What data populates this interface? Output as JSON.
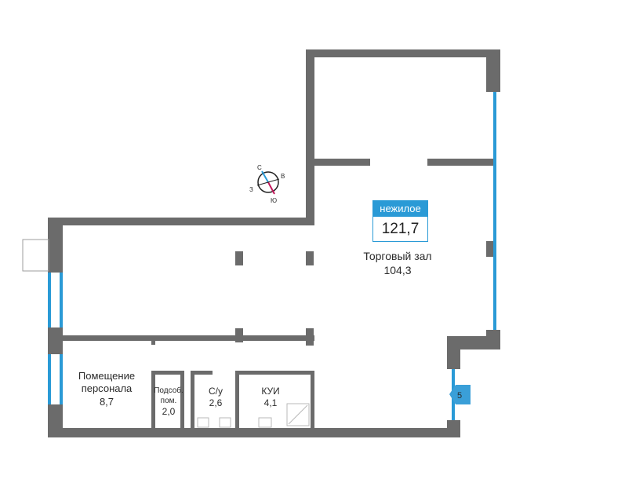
{
  "plan": {
    "total": {
      "type_label": "нежилое",
      "area": "121,7",
      "accent_color": "#2a9ad6"
    },
    "rooms": [
      {
        "id": "trade-hall",
        "name": "Торговый зал",
        "area": "104,3"
      },
      {
        "id": "staff-room",
        "name": "Помещение\nперсонала",
        "area": "8,7"
      },
      {
        "id": "utility",
        "name": "Подсоб.\nпом.",
        "area": "2,0"
      },
      {
        "id": "wc",
        "name": "С/у",
        "area": "2,6"
      },
      {
        "id": "kui",
        "name": "КУИ",
        "area": "4,1"
      }
    ],
    "compass": {
      "north": "С",
      "south": "Ю",
      "west": "З",
      "east": "В"
    },
    "entrance": {
      "number": "5"
    },
    "colors": {
      "wall": "#6b6b6b",
      "window": "#2a9ad6",
      "south_marker": "#c2185b"
    }
  }
}
